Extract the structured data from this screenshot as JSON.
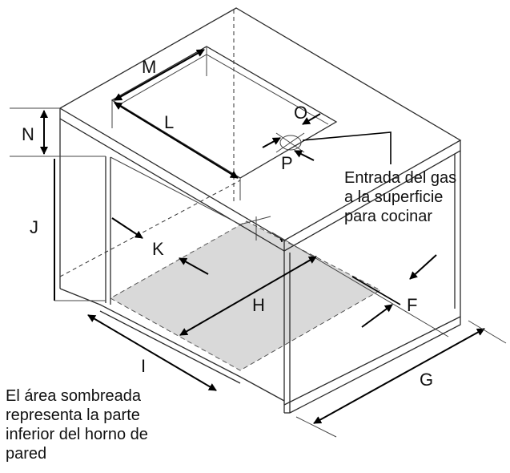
{
  "labels": {
    "m": "M",
    "l": "L",
    "n": "N",
    "j": "J",
    "k": "K",
    "h": "H",
    "i": "I",
    "g": "G",
    "f": "F",
    "o": "O",
    "p": "P"
  },
  "notes": {
    "gas_line1": "Entrada del gas",
    "gas_line2": "a la superficie",
    "gas_line3": "para cocinar",
    "shaded_line1": "El área sombreada",
    "shaded_line2": "representa la parte",
    "shaded_line3": "inferior del horno de",
    "shaded_line4": "pared"
  },
  "colors": {
    "line": "#2b2b2b",
    "shade": "#d9d9d9",
    "arrow": "#000000"
  }
}
